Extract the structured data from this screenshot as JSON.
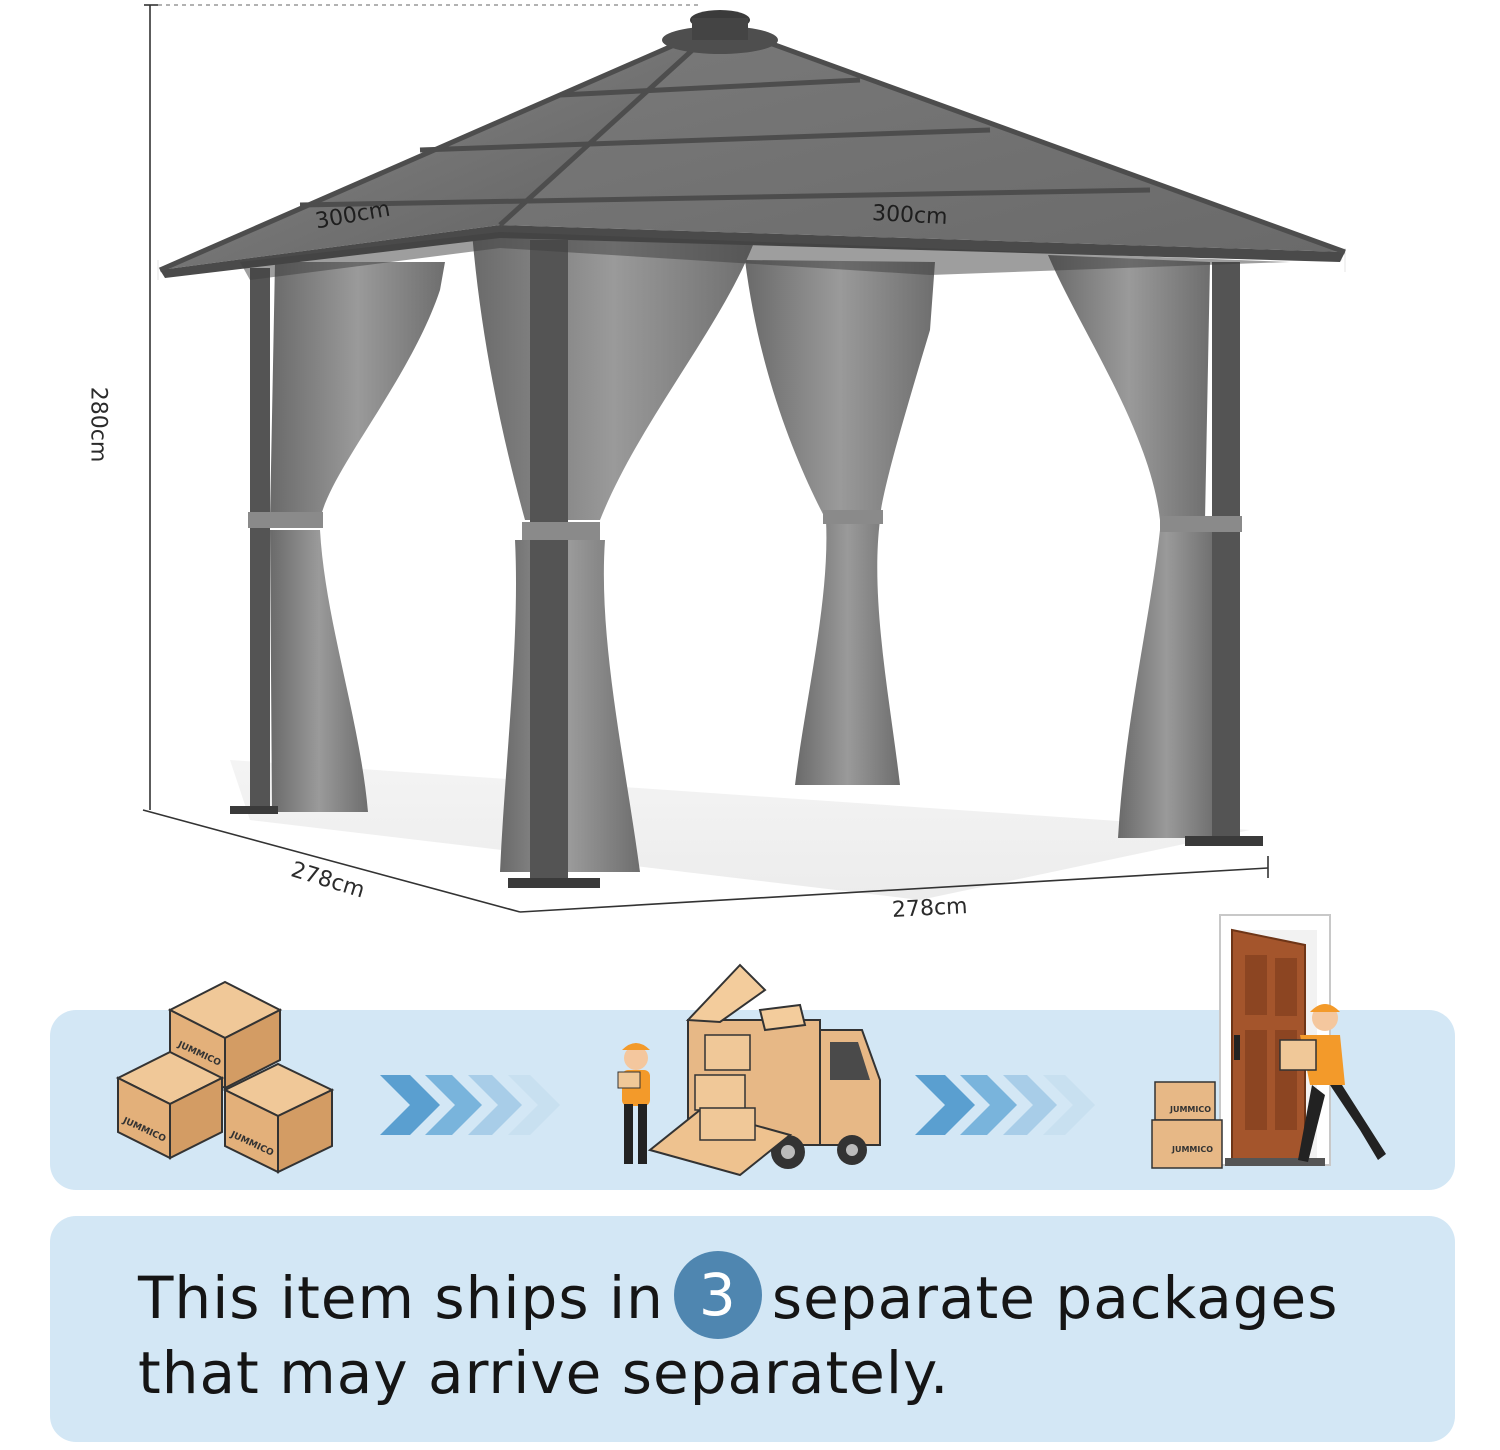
{
  "dimensions": {
    "roof_left": "300cm",
    "roof_right": "300cm",
    "height": "280cm",
    "depth": "278cm",
    "width": "278cm"
  },
  "shipping": {
    "brand": "JUMMICO",
    "line1_before": "This item ships in",
    "package_count": "3",
    "line1_after": "separate packages",
    "line2": "that may arrive separately."
  },
  "colors": {
    "panel": "#d3e7f5",
    "badge": "#4f86b0",
    "roof": "#6f6f6f",
    "frame": "#505050",
    "curtain": "#7c7c7c",
    "box": "#e7b886",
    "worker": "#f39a2a",
    "door": "#a4552c"
  },
  "icons": [
    "stacked-boxes-icon",
    "double-chevron-arrows-icon",
    "delivery-truck-icon",
    "courier-at-door-icon"
  ]
}
